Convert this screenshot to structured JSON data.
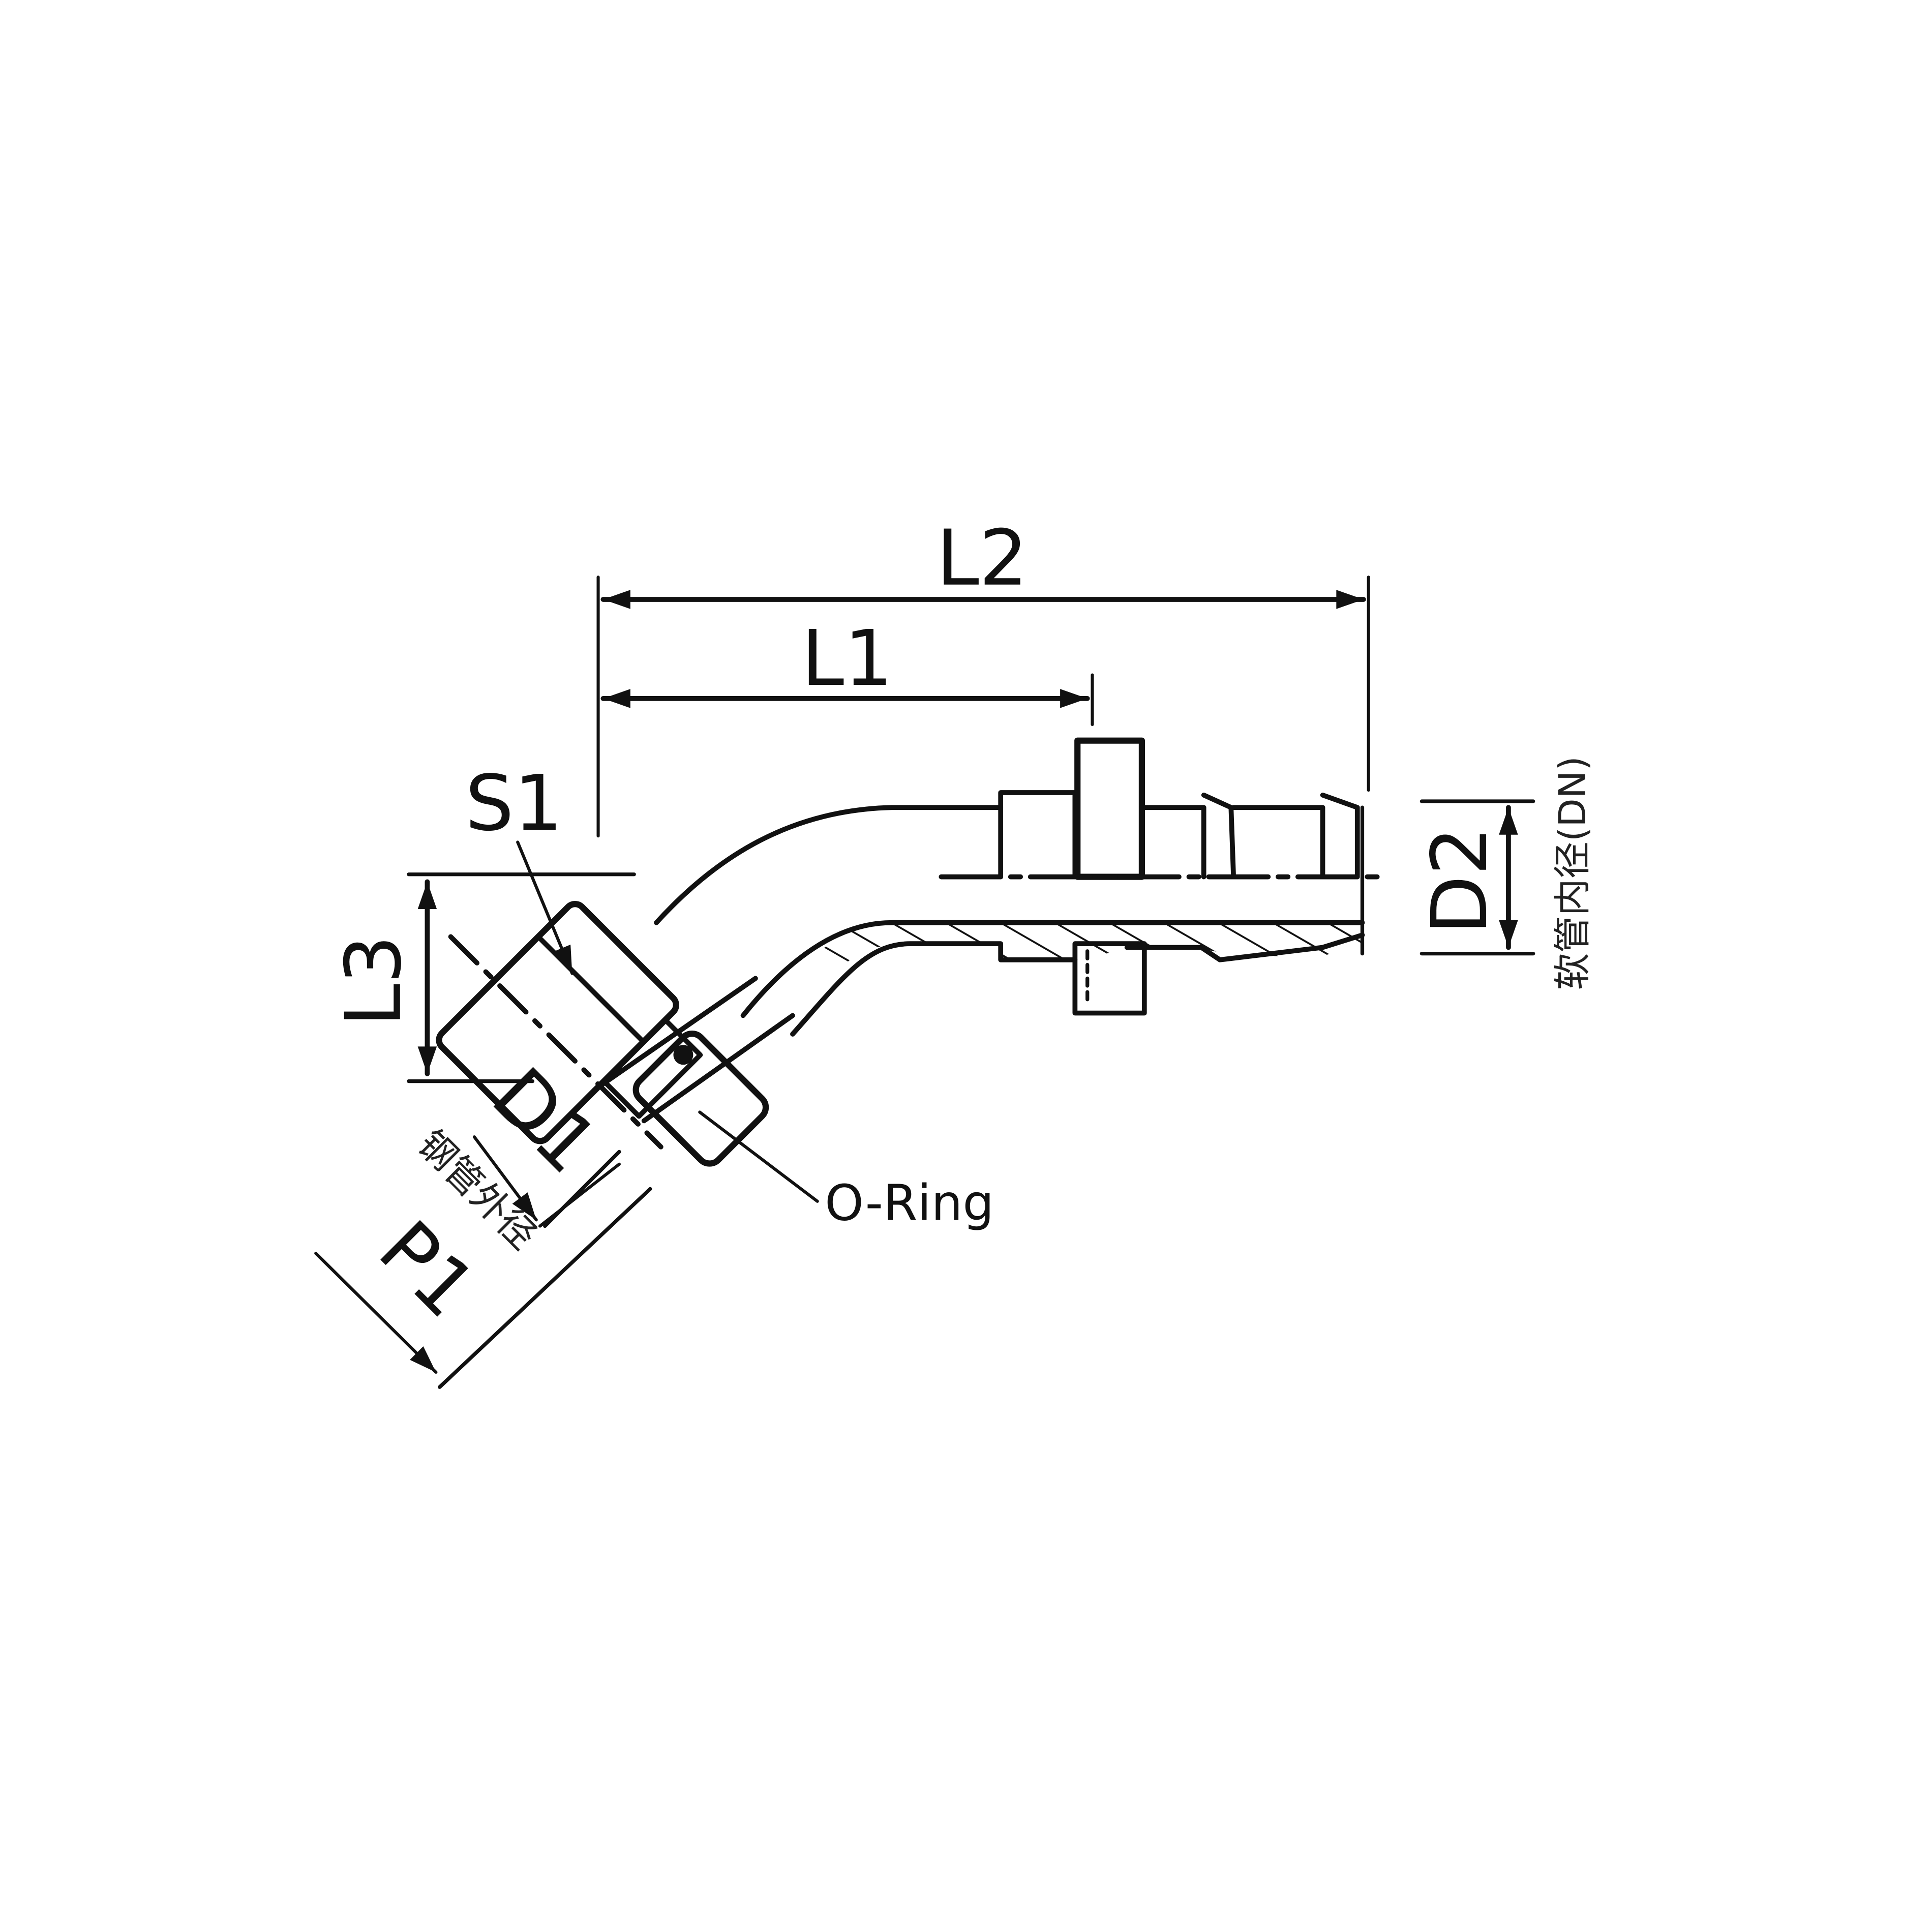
{
  "diagram": {
    "type": "technical drawing - 45 degree hose fitting with O-ring",
    "dimensions": {
      "L1": "L1",
      "L2": "L2",
      "L3": "L3",
      "S1": "S1",
      "D1": "D1",
      "D2": "D2",
      "P1": "P1"
    },
    "callouts": {
      "o_ring": "O-Ring",
      "steel_tube_od": "钢管外径",
      "hose_id": "软管内径(DN)"
    },
    "colors": {
      "line": "#111111",
      "background": "#ffffff"
    }
  }
}
